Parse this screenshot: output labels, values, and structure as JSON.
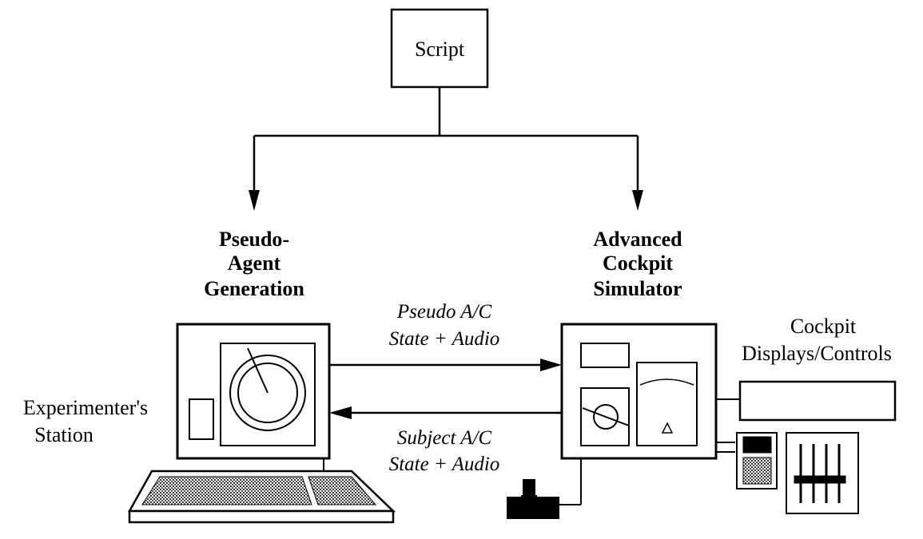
{
  "script_box": {
    "label": "Script"
  },
  "pseudo_agent": {
    "line1": "Pseudo-",
    "line2": "Agent",
    "line3": "Generation"
  },
  "simulator": {
    "line1": "Advanced",
    "line2": "Cockpit",
    "line3": "Simulator"
  },
  "experimenter": {
    "line1": "Experimenter's",
    "line2": "Station"
  },
  "cockpit_displays": {
    "line1": "Cockpit",
    "line2": "Displays/Controls"
  },
  "arrow_to_simulator": {
    "line1": "Pseudo A/C",
    "line2": "State + Audio"
  },
  "arrow_to_station": {
    "line1": "Subject A/C",
    "line2": "State + Audio"
  }
}
